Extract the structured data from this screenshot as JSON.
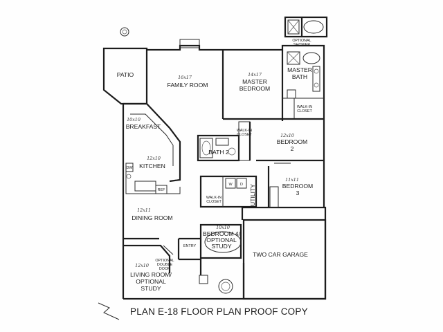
{
  "rooms": {
    "patio": "PATIO",
    "family_room": "FAMILY ROOM",
    "master_bedroom": [
      "MASTER",
      "BEDROOM"
    ],
    "master_bath": [
      "MASTER",
      "BATH"
    ],
    "walkin_master": [
      "WALK-IN",
      "CLOSET"
    ],
    "breakfast": "BREAKFAST",
    "kitchen": "KITCHEN",
    "bath2": "BATH 2",
    "walkin_hall": [
      "WALK-IN",
      "CLOSET"
    ],
    "bedroom2": [
      "BEDROOM",
      "2"
    ],
    "utility": "UTILITY",
    "bedroom3": [
      "BEDROOM",
      "3"
    ],
    "walkin_bed3": [
      "WALK-IN",
      "CLOSET"
    ],
    "dining_room": "DINING ROOM",
    "bedroom4": [
      "BEDROOM 4/",
      "OPTIONAL",
      "STUDY"
    ],
    "entry": "ENTRY",
    "two_car_garage": "TWO CAR GARAGE",
    "living_room": [
      "LIVING ROOM/",
      "OPTIONAL",
      "STUDY"
    ],
    "optional_shower": [
      "OPTIONAL",
      "SHOWER"
    ],
    "optional_door": [
      "OPTIONAL",
      "DOUBLE",
      "DOOR"
    ]
  },
  "fixtures": {
    "dishwasher": "DW",
    "refrigerator": "REF",
    "washer": "W",
    "dryer": "D"
  },
  "dimensions": {
    "family_room": "16x17",
    "master_bedroom": "14x17",
    "breakfast": "10x10",
    "kitchen": "12x10",
    "bedroom2": "12x10",
    "bedroom3": "11x11",
    "dining_room": "12x11",
    "bedroom4": "10x10",
    "living_room": "12x10"
  },
  "title": "PLAN E-18 FLOOR PLAN PROOF COPY"
}
